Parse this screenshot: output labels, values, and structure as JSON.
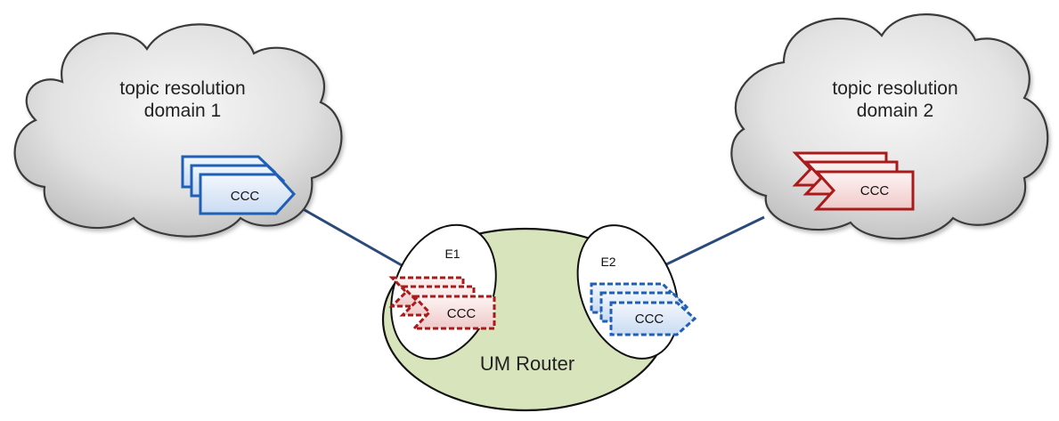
{
  "domains": [
    {
      "line1": "topic resolution",
      "line2": "domain 1",
      "ccc": "CCC"
    },
    {
      "line1": "topic resolution",
      "line2": "domain 2",
      "ccc": "CCC"
    }
  ],
  "router": {
    "label": "UM Router",
    "endpoints": [
      {
        "label": "E1",
        "ccc": "CCC"
      },
      {
        "label": "E2",
        "ccc": "CCC"
      }
    ]
  },
  "colors": {
    "cloud_fill_light": "#f4f4f4",
    "cloud_fill_dark": "#c9c9c9",
    "cloud_stroke": "#3a3a3a",
    "router_fill": "#d8e4bc",
    "connector": "#2a4a7a",
    "blue_accent": "#1f5fb5",
    "blue_fill": "#dce8f7",
    "red_accent": "#a91b1b",
    "red_fill": "#f7dcdc"
  }
}
